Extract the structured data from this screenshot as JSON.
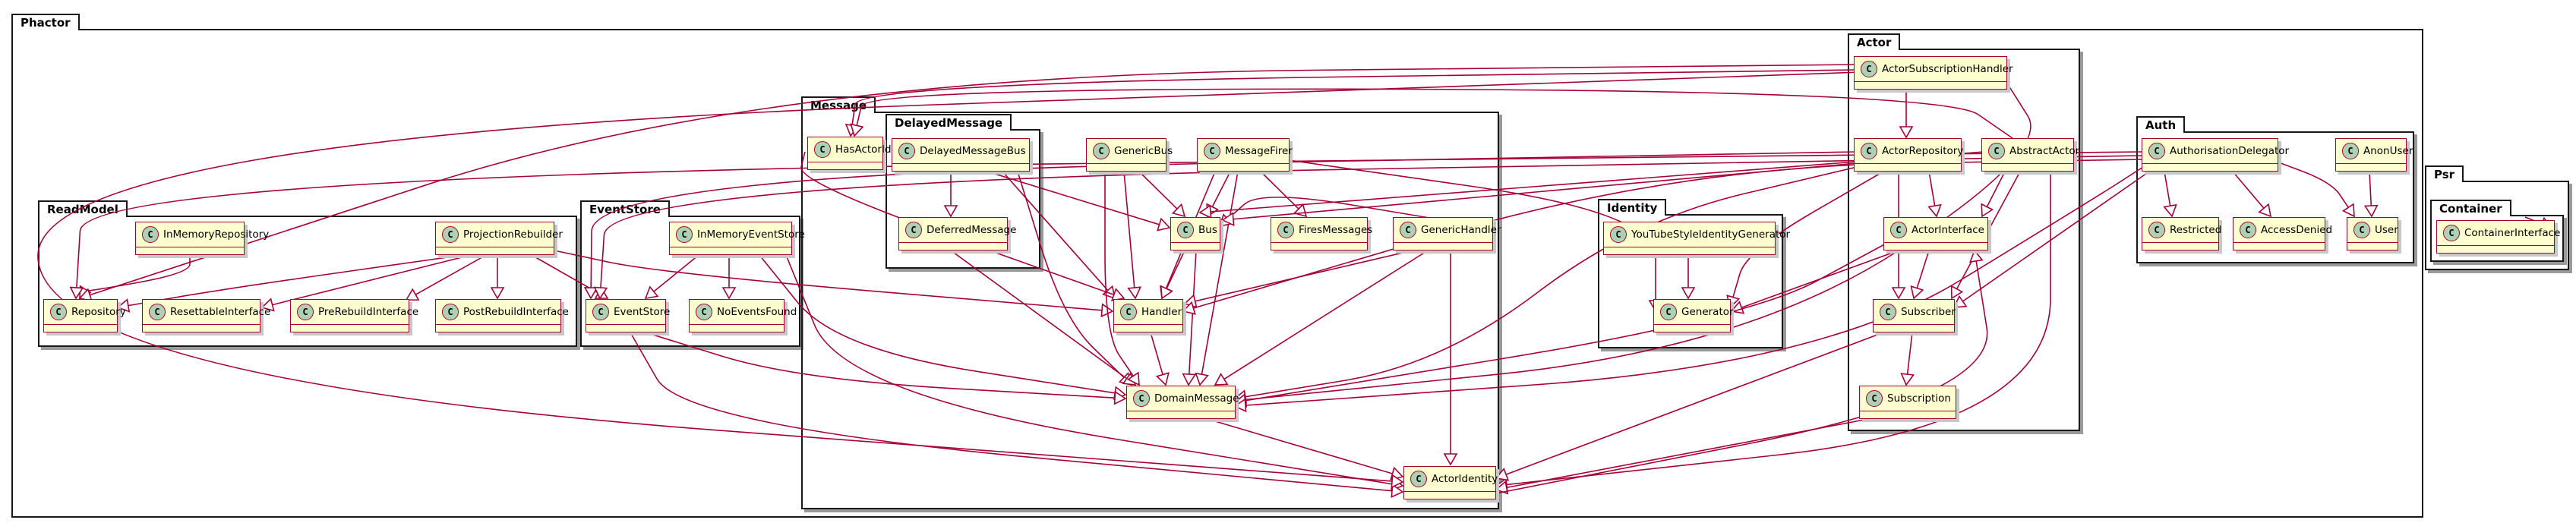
{
  "diagram": {
    "packages": {
      "phactor": "Phactor",
      "readmodel": "ReadModel",
      "eventstore": "EventStore",
      "message": "Message",
      "delayedmessage": "DelayedMessage",
      "identity": "Identity",
      "actor": "Actor",
      "auth": "Auth",
      "psr": "Psr",
      "container": "Container"
    },
    "class_icon_letter": "C",
    "classes": {
      "in_memory_repository": "InMemoryRepository",
      "projection_rebuilder": "ProjectionRebuilder",
      "repository": "Repository",
      "resettable_interface": "ResettableInterface",
      "pre_rebuild_interface": "PreRebuildInterface",
      "post_rebuild_interface": "PostRebuildInterface",
      "in_memory_event_store": "InMemoryEventStore",
      "event_store": "EventStore",
      "no_events_found": "NoEventsFound",
      "has_actor_id": "HasActorId",
      "delayed_message_bus": "DelayedMessageBus",
      "deferred_message": "DeferredMessage",
      "generic_bus": "GenericBus",
      "message_firer": "MessageFirer",
      "bus": "Bus",
      "fires_messages": "FiresMessages",
      "generic_handler": "GenericHandler",
      "handler": "Handler",
      "domain_message": "DomainMessage",
      "actor_identity": "ActorIdentity",
      "youtube_style_identity_generator": "YouTubeStyleIdentityGenerator",
      "generator": "Generator",
      "actor_subscription_handler": "ActorSubscriptionHandler",
      "actor_repository": "ActorRepository",
      "abstract_actor": "AbstractActor",
      "actor_interface": "ActorInterface",
      "subscriber": "Subscriber",
      "subscription": "Subscription",
      "authorisation_delegator": "AuthorisationDelegator",
      "anon_user": "AnonUser",
      "restricted": "Restricted",
      "access_denied": "AccessDenied",
      "user": "User",
      "container_interface": "ContainerInterface"
    },
    "edge_color": "#a80036",
    "class_fill": "#fefece",
    "class_icon_fill": "#add1b2"
  }
}
